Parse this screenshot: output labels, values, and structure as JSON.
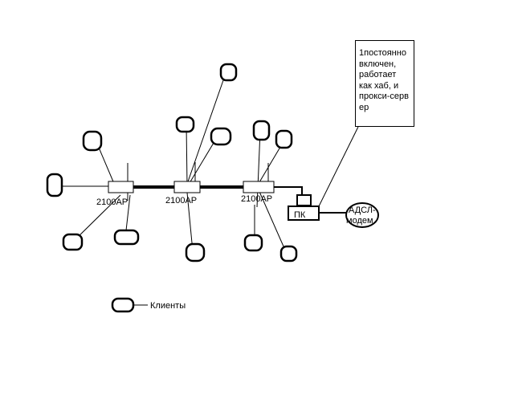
{
  "switches": [
    {
      "label": "2100AP"
    },
    {
      "label": "2100AP"
    },
    {
      "label": "2100AP"
    }
  ],
  "pc": {
    "label": "ПК"
  },
  "modem": {
    "label_line1": "АДСЛ-",
    "label_line2": "модем"
  },
  "note": {
    "text": "1постоянно\nвключен,\nработает\nкак хаб, и\nпрокси-серв\nер"
  },
  "legend": {
    "label": "Клиенты"
  }
}
